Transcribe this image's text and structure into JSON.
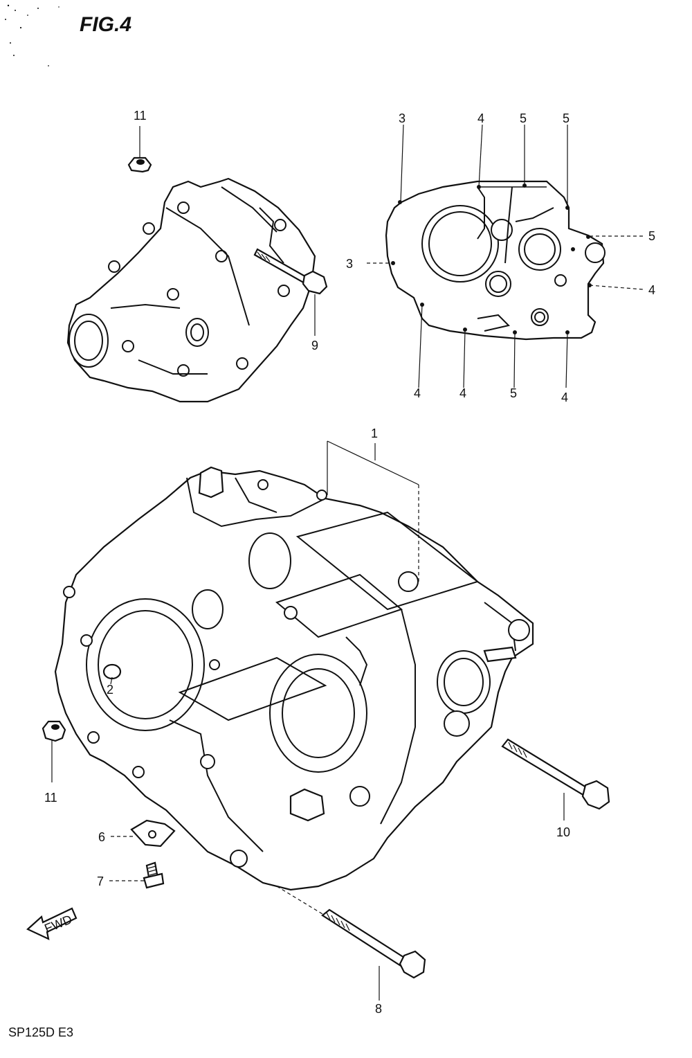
{
  "figure": {
    "title": "FIG.4",
    "footer": "SP125D E3",
    "fwd_label": "FWD"
  },
  "callouts": {
    "c11_top": "11",
    "c9": "9",
    "g3a": "3",
    "g4a": "4",
    "g5a": "5",
    "g5b": "5",
    "g3b": "3",
    "g5c": "5",
    "g4b": "4",
    "g4c": "4",
    "g4d": "4",
    "g5d": "5",
    "g4e": "4",
    "c1": "1",
    "c2": "2",
    "c11_bot": "11",
    "c10": "10",
    "c6": "6",
    "c7": "7",
    "c8": "8"
  }
}
